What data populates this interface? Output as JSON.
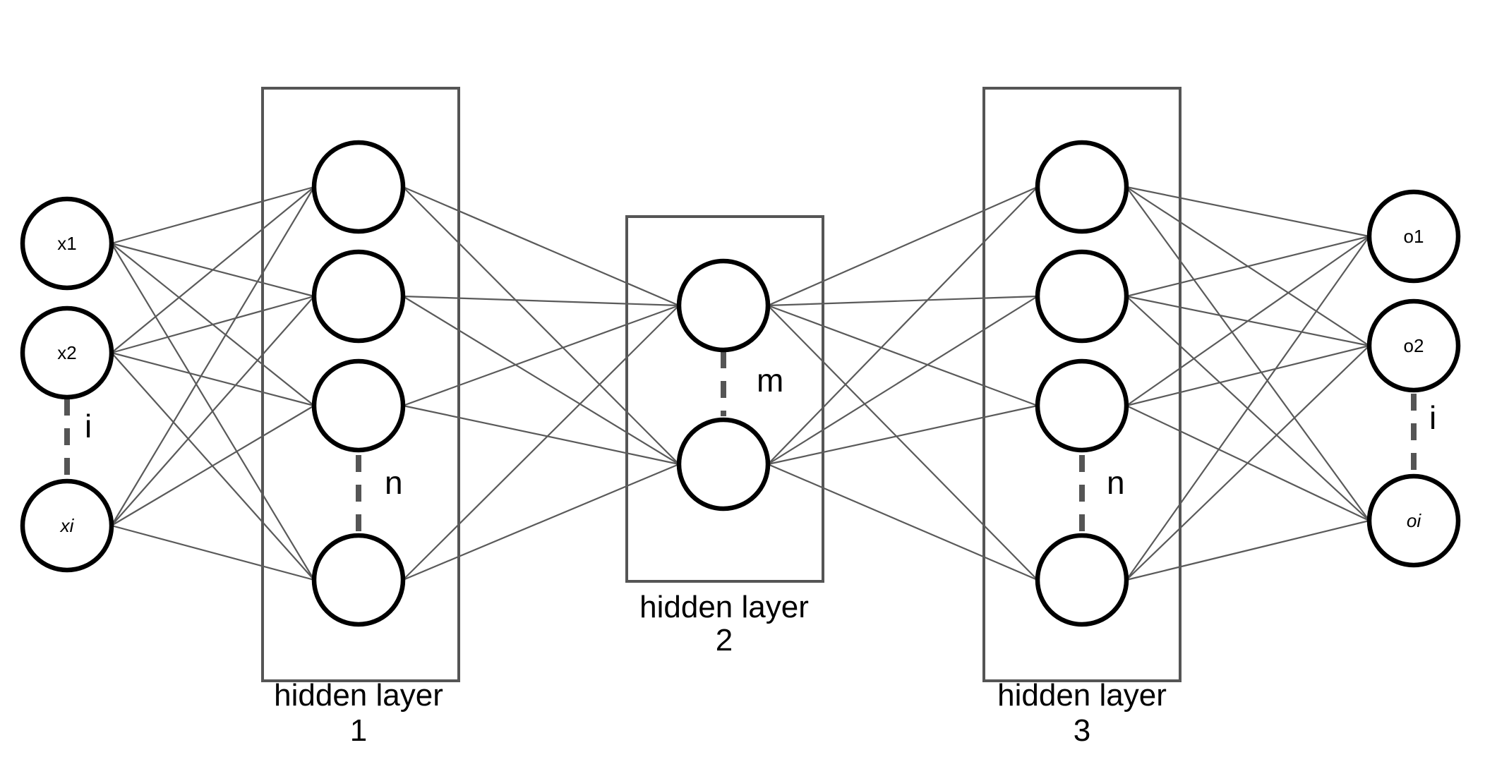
{
  "layers": [
    {
      "id": "input",
      "nodes": [
        {
          "label": "x1",
          "italic": false
        },
        {
          "label": "x2",
          "italic": false
        },
        {
          "label": "xi",
          "italic": true
        }
      ],
      "count_label": "i"
    },
    {
      "id": "hidden1",
      "nodes": [
        {
          "label": ""
        },
        {
          "label": ""
        },
        {
          "label": ""
        },
        {
          "label": ""
        }
      ],
      "count_label": "n",
      "caption": [
        "hidden layer",
        "1"
      ]
    },
    {
      "id": "hidden2",
      "nodes": [
        {
          "label": ""
        },
        {
          "label": ""
        }
      ],
      "count_label": "m",
      "caption": [
        "hidden layer",
        "2"
      ]
    },
    {
      "id": "hidden3",
      "nodes": [
        {
          "label": ""
        },
        {
          "label": ""
        },
        {
          "label": ""
        },
        {
          "label": ""
        }
      ],
      "count_label": "n",
      "caption": [
        "hidden layer",
        "3"
      ]
    },
    {
      "id": "output",
      "nodes": [
        {
          "label": "o1",
          "italic": false
        },
        {
          "label": "o2",
          "italic": false
        },
        {
          "label": "oi",
          "italic": true
        }
      ],
      "count_label": "i"
    }
  ],
  "connectivity": "fully-connected"
}
